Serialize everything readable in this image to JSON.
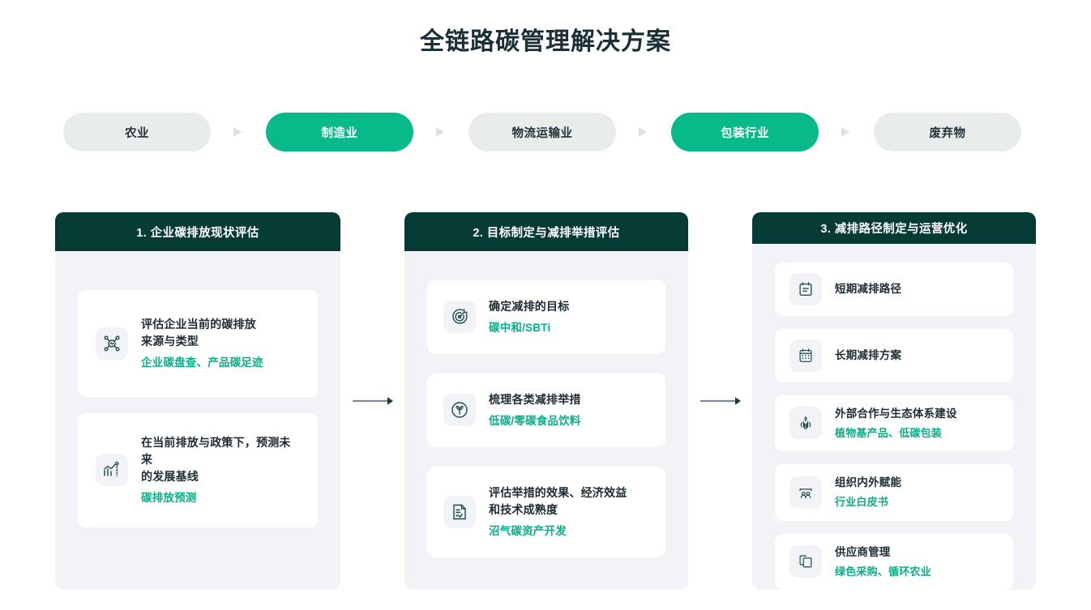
{
  "header": {
    "title": "全链路碳管理解决方案"
  },
  "colors": {
    "accent_green": "#08b98a",
    "accent_text_green": "#07b085",
    "header_dark": "#063a34",
    "panel_bg": "#f1f3f6",
    "pill_inactive_bg": "#e8edeb",
    "title_text": "#1b2f38"
  },
  "industry_nav": {
    "items": [
      {
        "label": "农业",
        "active": false
      },
      {
        "label": "制造业",
        "active": true
      },
      {
        "label": "物流运输业",
        "active": false
      },
      {
        "label": "包装行业",
        "active": true
      },
      {
        "label": "废弃物",
        "active": false
      }
    ],
    "separator_icon": "chevron-right-icon"
  },
  "connectors": [
    {
      "icon": "arrow-right-icon"
    },
    {
      "icon": "arrow-right-icon"
    }
  ],
  "columns": [
    {
      "header": "1. 企业碳排放现状评估",
      "cards": [
        {
          "icon": "network-nodes-icon",
          "title": "评估企业当前的碳排放\n来源与类型",
          "subtitle": "企业碳盘查、产品碳足迹"
        },
        {
          "icon": "chart-trend-icon",
          "title": "在当前排放与政策下，预测未来\n的发展基线",
          "subtitle": "碳排放预测"
        }
      ]
    },
    {
      "header": "2. 目标制定与减排举措评估",
      "cards": [
        {
          "icon": "target-goal-icon",
          "title": "确定减排的目标",
          "subtitle": "碳中和/SBTi"
        },
        {
          "icon": "sprout-circle-icon",
          "title": "梳理各类减排举措",
          "subtitle": "低碳/零碳食品饮料"
        },
        {
          "icon": "document-report-icon",
          "title": "评估举措的效果、经济效益\n和技术成熟度",
          "subtitle": "沼气碳资产开发"
        }
      ]
    },
    {
      "header": "3. 减排路径制定与运营优化",
      "cards": [
        {
          "icon": "note-list-icon",
          "title": "短期减排路径",
          "subtitle": ""
        },
        {
          "icon": "calendar-icon",
          "title": "长期减排方案",
          "subtitle": ""
        },
        {
          "icon": "hands-plant-icon",
          "title": "外部合作与生态体系建设",
          "subtitle": "植物基产品、低碳包装"
        },
        {
          "icon": "users-group-icon",
          "title": "组织内外赋能",
          "subtitle": "行业白皮书"
        },
        {
          "icon": "copy-layers-icon",
          "title": "供应商管理",
          "subtitle": "绿色采购、循环农业"
        }
      ]
    }
  ]
}
